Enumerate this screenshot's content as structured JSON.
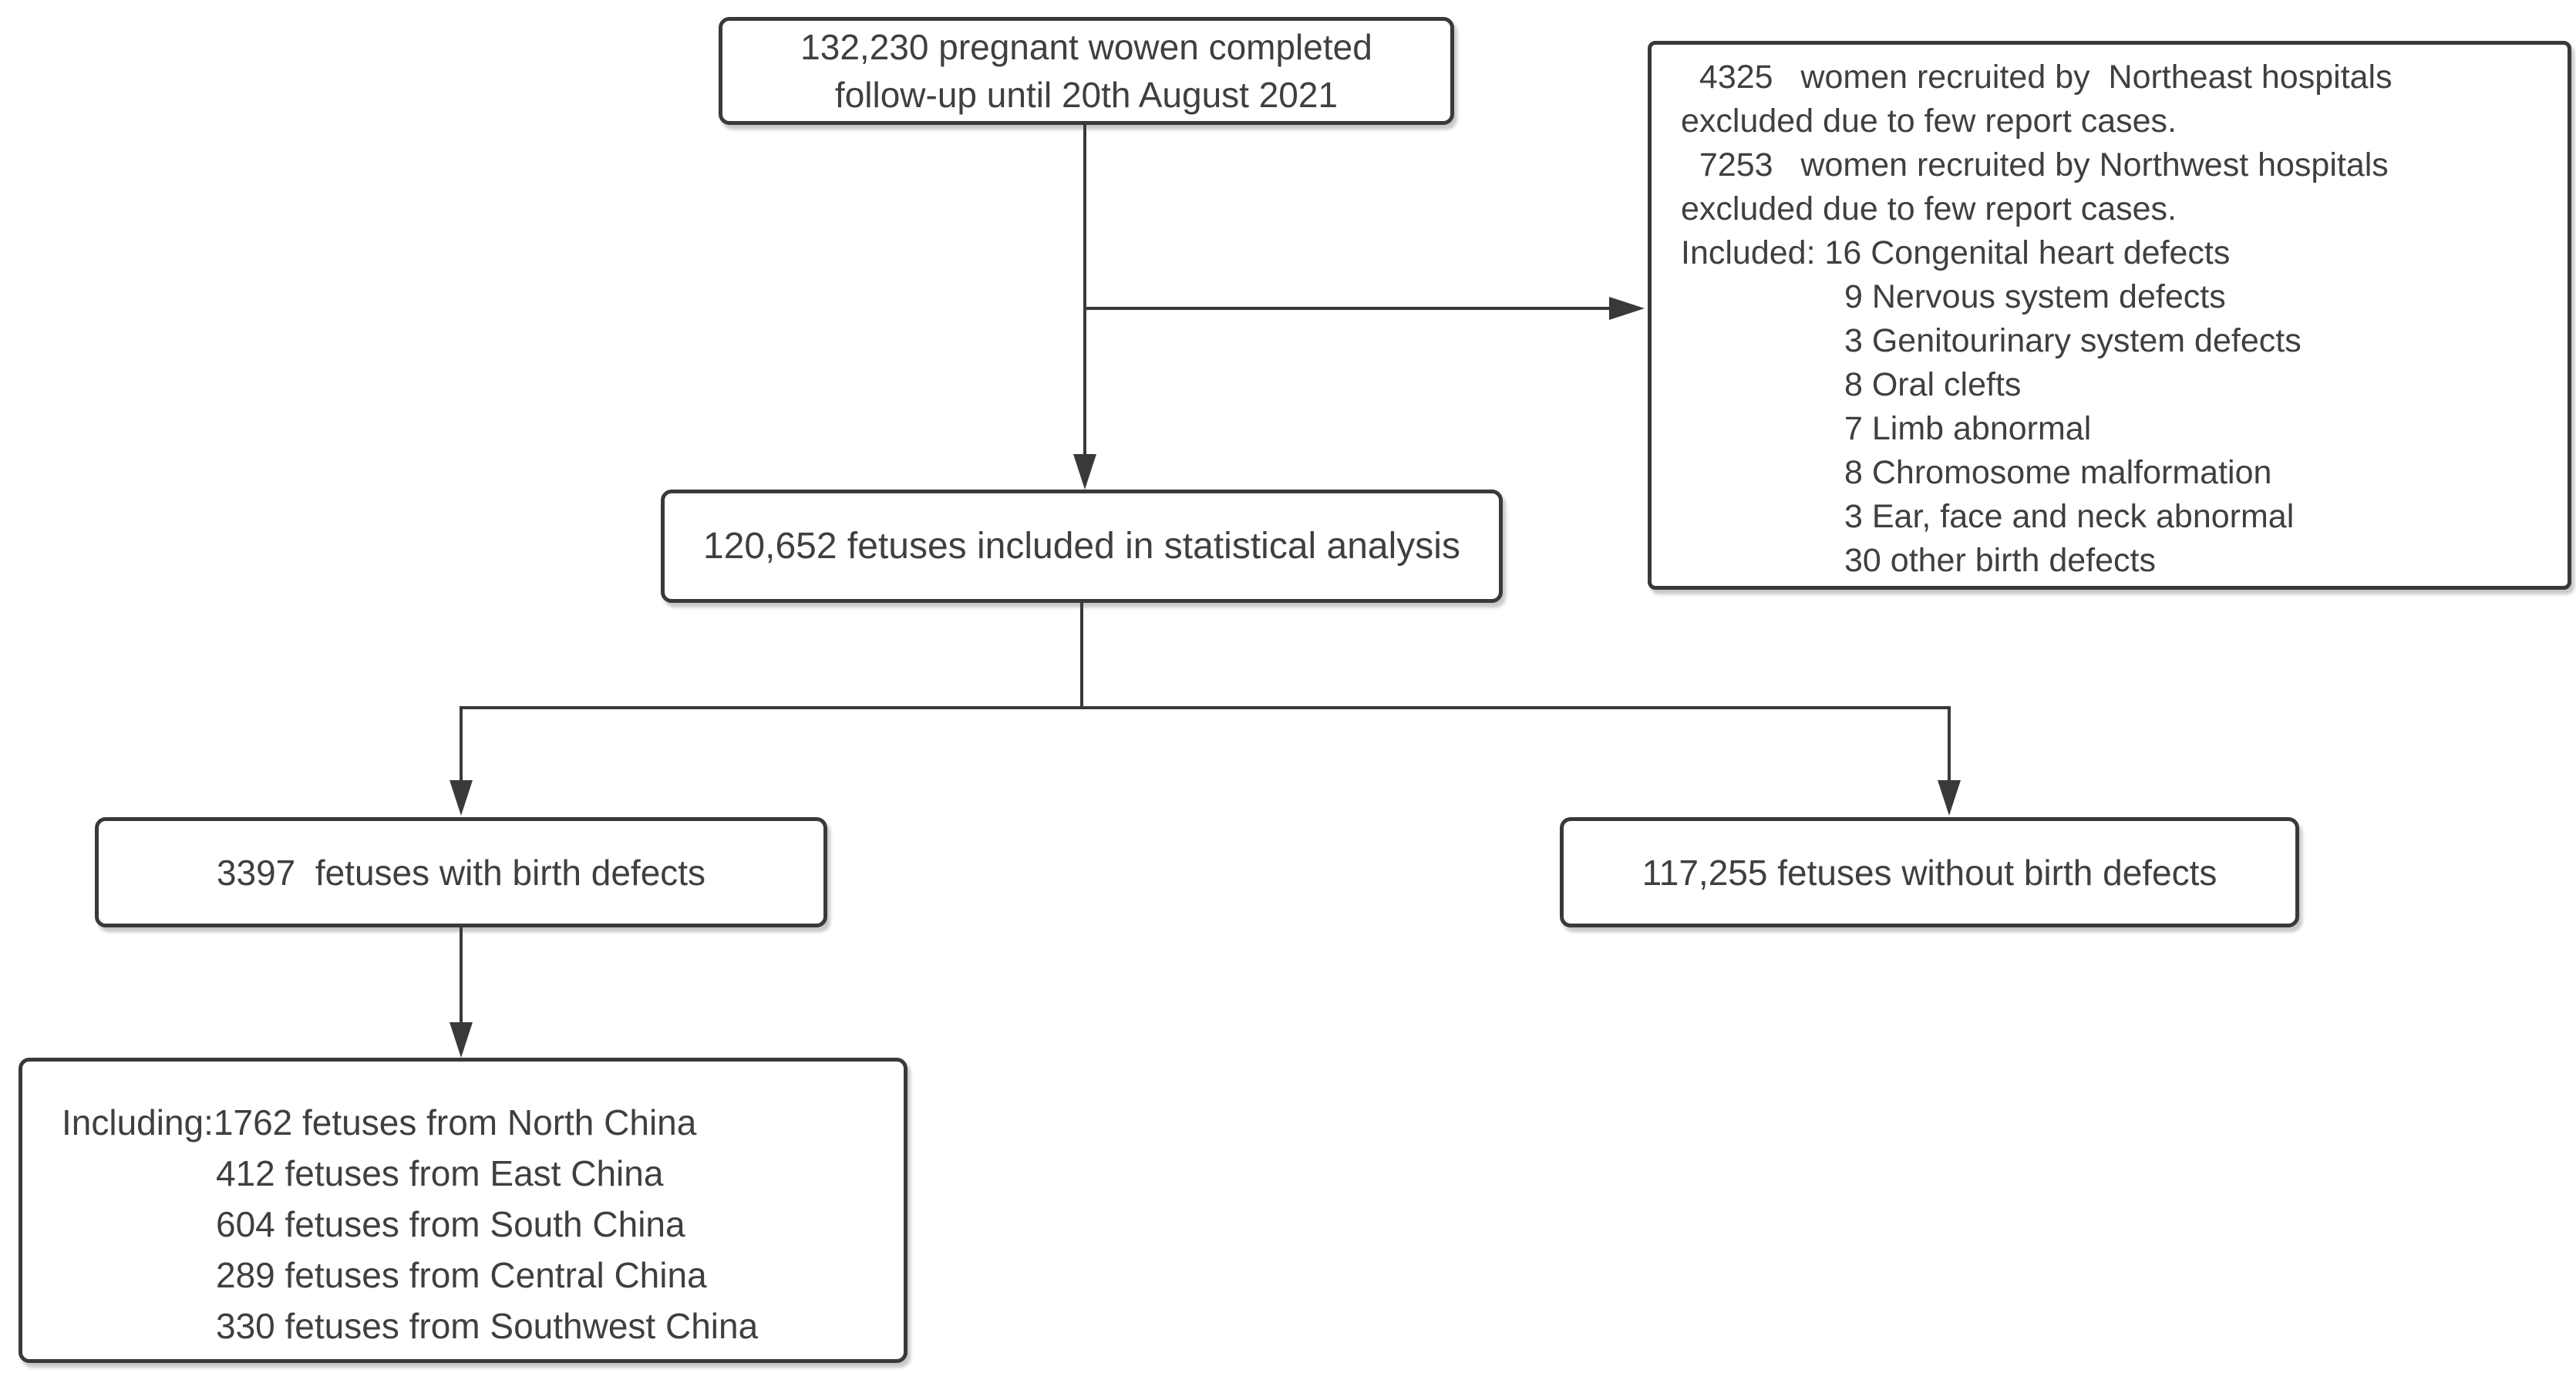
{
  "diagram": {
    "colors": {
      "stroke": "#393939",
      "text": "#3f3f3f",
      "background": "#ffffff"
    },
    "enrollment_box": {
      "lines": [
        "132,230 pregnant wowen completed",
        "follow-up until 20th August 2021"
      ]
    },
    "exclusion_box": {
      "lines": [
        "  4325   women recruited by  Northeast hospitals",
        "excluded due to few report cases.",
        "  7253   women recruited by Northwest hospitals",
        "excluded due to few report cases.",
        "Included: 16 Congenital heart defects",
        "9 Nervous system defects",
        "3 Genitourinary system defects",
        "8 Oral clefts",
        "7 Limb abnormal",
        "8 Chromosome malformation",
        "3 Ear, face and neck abnormal",
        "30 other birth defects"
      ]
    },
    "analysis_box": {
      "text": "120,652 fetuses included in statistical analysis"
    },
    "with_defects_box": {
      "text": "3397  fetuses with birth defects"
    },
    "without_defects_box": {
      "text": "117,255 fetuses without birth defects"
    },
    "regions_box": {
      "lines": [
        "Including:1762 fetuses from North China",
        "412 fetuses from East China",
        "604 fetuses from South China",
        "289 fetuses from Central China",
        "330 fetuses from Southwest China"
      ]
    }
  }
}
